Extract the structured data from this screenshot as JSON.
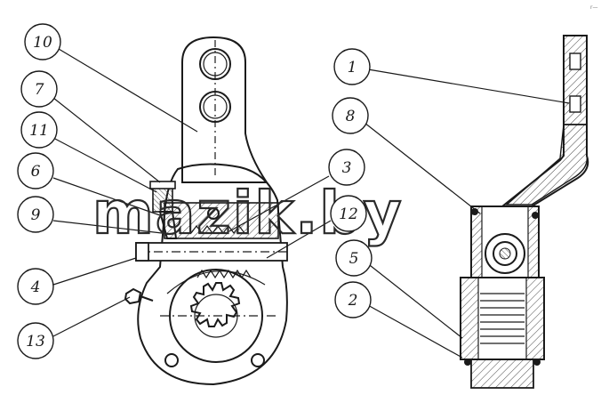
{
  "watermark": "mazik.by",
  "corner_mark": "r—",
  "callouts": [
    {
      "id": "10",
      "label": "10"
    },
    {
      "id": "7",
      "label": "7"
    },
    {
      "id": "11",
      "label": "11"
    },
    {
      "id": "6",
      "label": "6"
    },
    {
      "id": "9",
      "label": "9"
    },
    {
      "id": "4",
      "label": "4"
    },
    {
      "id": "13",
      "label": "13"
    },
    {
      "id": "3",
      "label": "3"
    },
    {
      "id": "12",
      "label": "12"
    },
    {
      "id": "1",
      "label": "1"
    },
    {
      "id": "8",
      "label": "8"
    },
    {
      "id": "5",
      "label": "5"
    },
    {
      "id": "2",
      "label": "2"
    }
  ]
}
